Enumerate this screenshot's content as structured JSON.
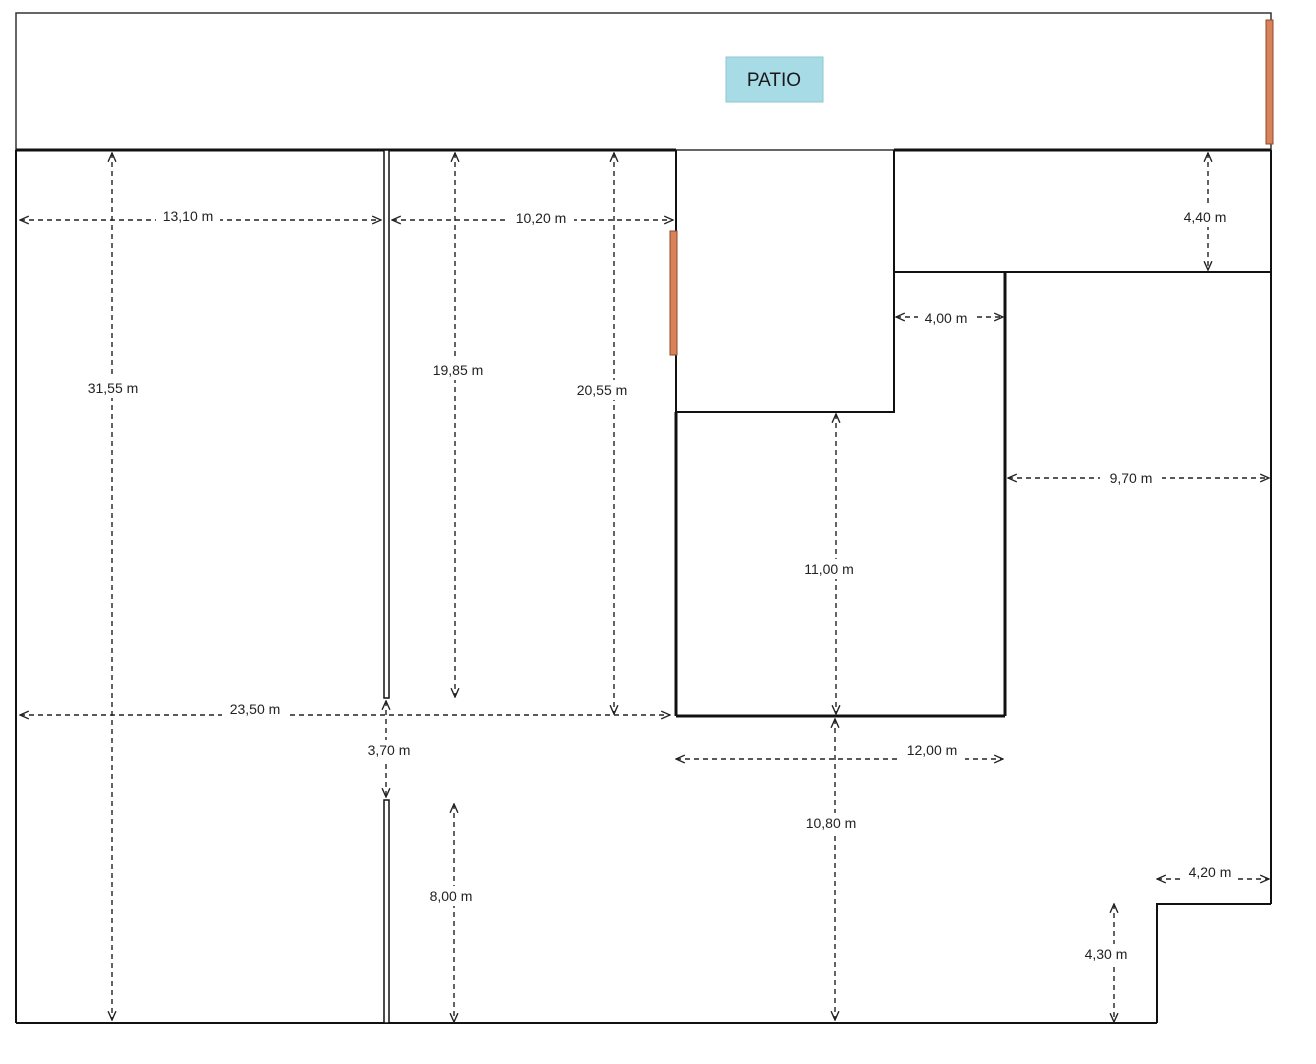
{
  "patio": {
    "label": "PATIO",
    "color": "#a7dbe6"
  },
  "door_color": "#d9825a",
  "dimensions": {
    "d_13_10": "13,10 m",
    "d_10_20": "10,20 m",
    "d_4_40": "4,40 m",
    "d_4_00": "4,00 m",
    "d_31_55": "31,55 m",
    "d_19_85": "19,85 m",
    "d_20_55": "20,55 m",
    "d_9_70": "9,70 m",
    "d_11_00": "11,00 m",
    "d_23_50": "23,50 m",
    "d_3_70": "3,70 m",
    "d_12_00": "12,00 m",
    "d_10_80": "10,80 m",
    "d_8_00": "8,00 m",
    "d_4_20": "4,20 m",
    "d_4_30": "4,30 m"
  }
}
